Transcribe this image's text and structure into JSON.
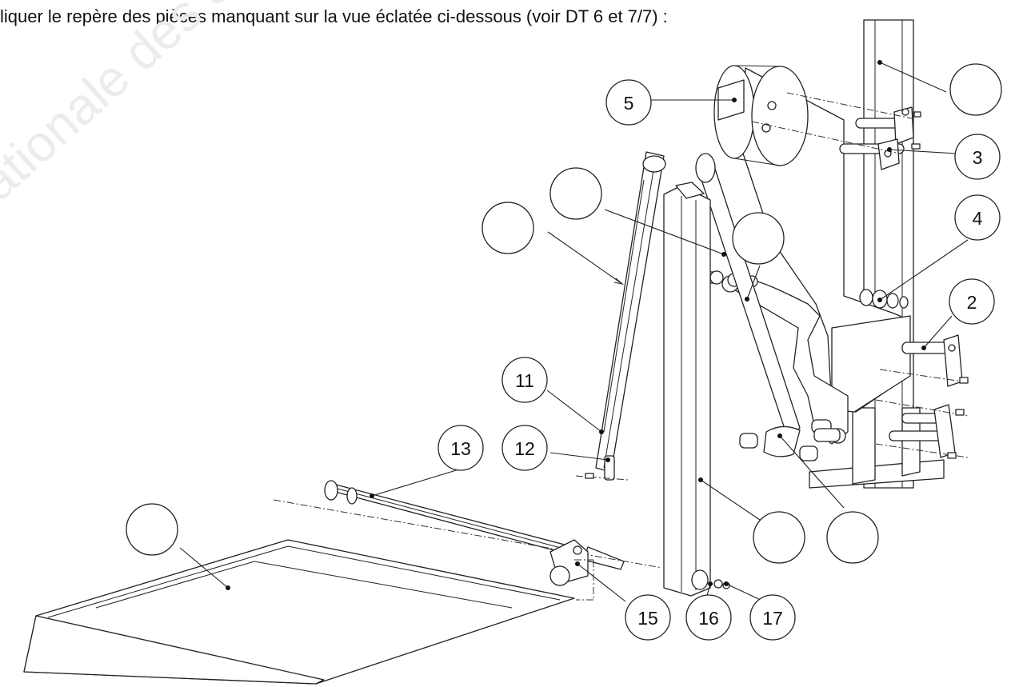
{
  "instruction": "liquer le repère des pièces manquant sur la vue éclatée ci-dessous (voir DT 6 et 7/7) :",
  "watermark": "ationale des Sujets",
  "callouts": [
    {
      "id": "c-5",
      "label": "5"
    },
    {
      "id": "c-3",
      "label": "3"
    },
    {
      "id": "c-4",
      "label": "4"
    },
    {
      "id": "c-2",
      "label": "2"
    },
    {
      "id": "c-11",
      "label": "11"
    },
    {
      "id": "c-12",
      "label": "12"
    },
    {
      "id": "c-13",
      "label": "13"
    },
    {
      "id": "c-15",
      "label": "15"
    },
    {
      "id": "c-16",
      "label": "16"
    },
    {
      "id": "c-17",
      "label": "17"
    },
    {
      "id": "c-empty-1",
      "label": ""
    },
    {
      "id": "c-empty-2",
      "label": ""
    },
    {
      "id": "c-empty-3",
      "label": ""
    },
    {
      "id": "c-empty-4",
      "label": ""
    },
    {
      "id": "c-empty-5",
      "label": ""
    },
    {
      "id": "c-empty-6",
      "label": ""
    },
    {
      "id": "c-empty-7",
      "label": ""
    }
  ]
}
